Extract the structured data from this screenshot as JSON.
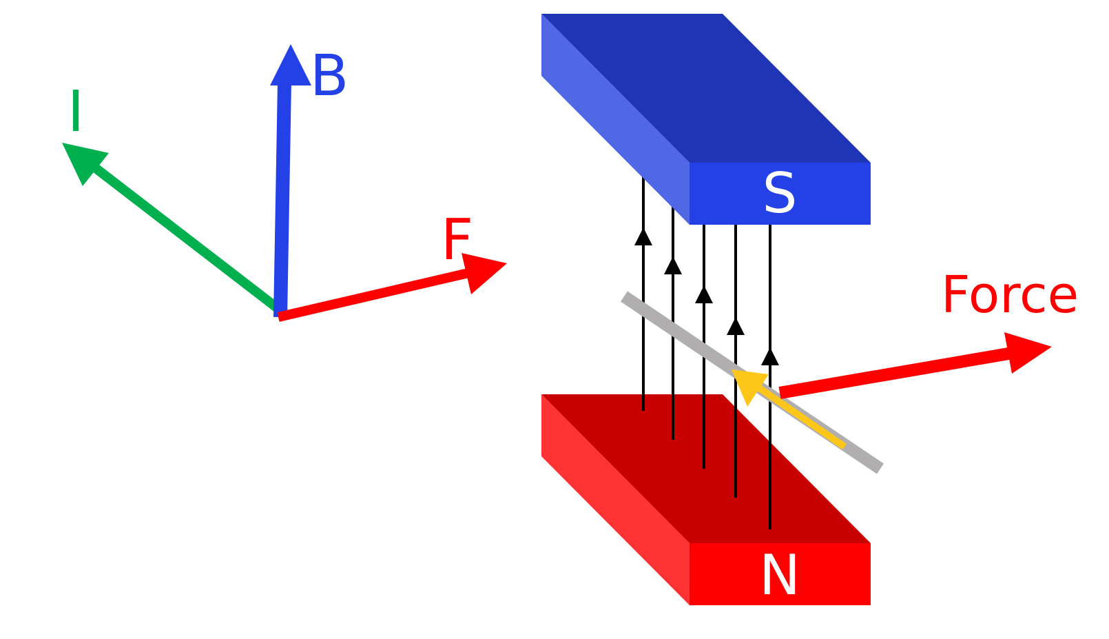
{
  "axes": {
    "current_label": "I",
    "field_label": "B",
    "force_label": "F",
    "current_color": "#00b04f",
    "field_color": "#2341e6",
    "force_color": "#ff0000"
  },
  "magnets": {
    "south_label": "S",
    "north_label": "N",
    "south_colors": {
      "top": "#2035b6",
      "side": "#5068e6",
      "front": "#2341e6"
    },
    "north_colors": {
      "top": "#c90000",
      "side": "#ff3333",
      "front": "#ff0000"
    }
  },
  "field_lines": {
    "count": 5,
    "color": "#000000"
  },
  "wire": {
    "color": "#b0aeae",
    "current_arrow_color": "#ffc61a"
  },
  "force_arrow": {
    "label": "Force",
    "color": "#ff0000"
  }
}
